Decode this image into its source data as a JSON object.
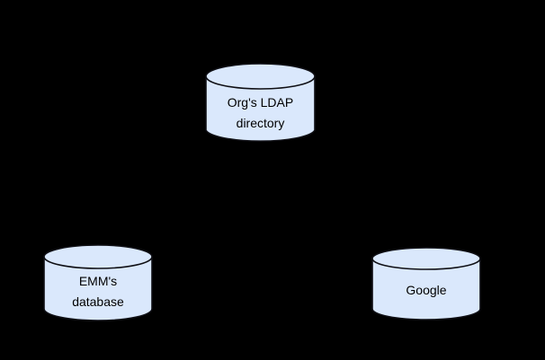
{
  "diagram": {
    "background_color": "#000000",
    "node_fill_color": "#dae8fc",
    "node_stroke_color": "#0f0f14",
    "label_color": "#000000",
    "nodes": [
      {
        "id": "ldap",
        "shape": "cylinder",
        "icon": "database-cylinder-icon",
        "label_line1": "Org's LDAP",
        "label_line2": "directory"
      },
      {
        "id": "emm",
        "shape": "cylinder",
        "icon": "database-cylinder-icon",
        "label_line1": "EMM's",
        "label_line2": "database"
      },
      {
        "id": "google",
        "shape": "cylinder",
        "icon": "database-cylinder-icon",
        "label_line1": "Google",
        "label_line2": ""
      }
    ]
  }
}
